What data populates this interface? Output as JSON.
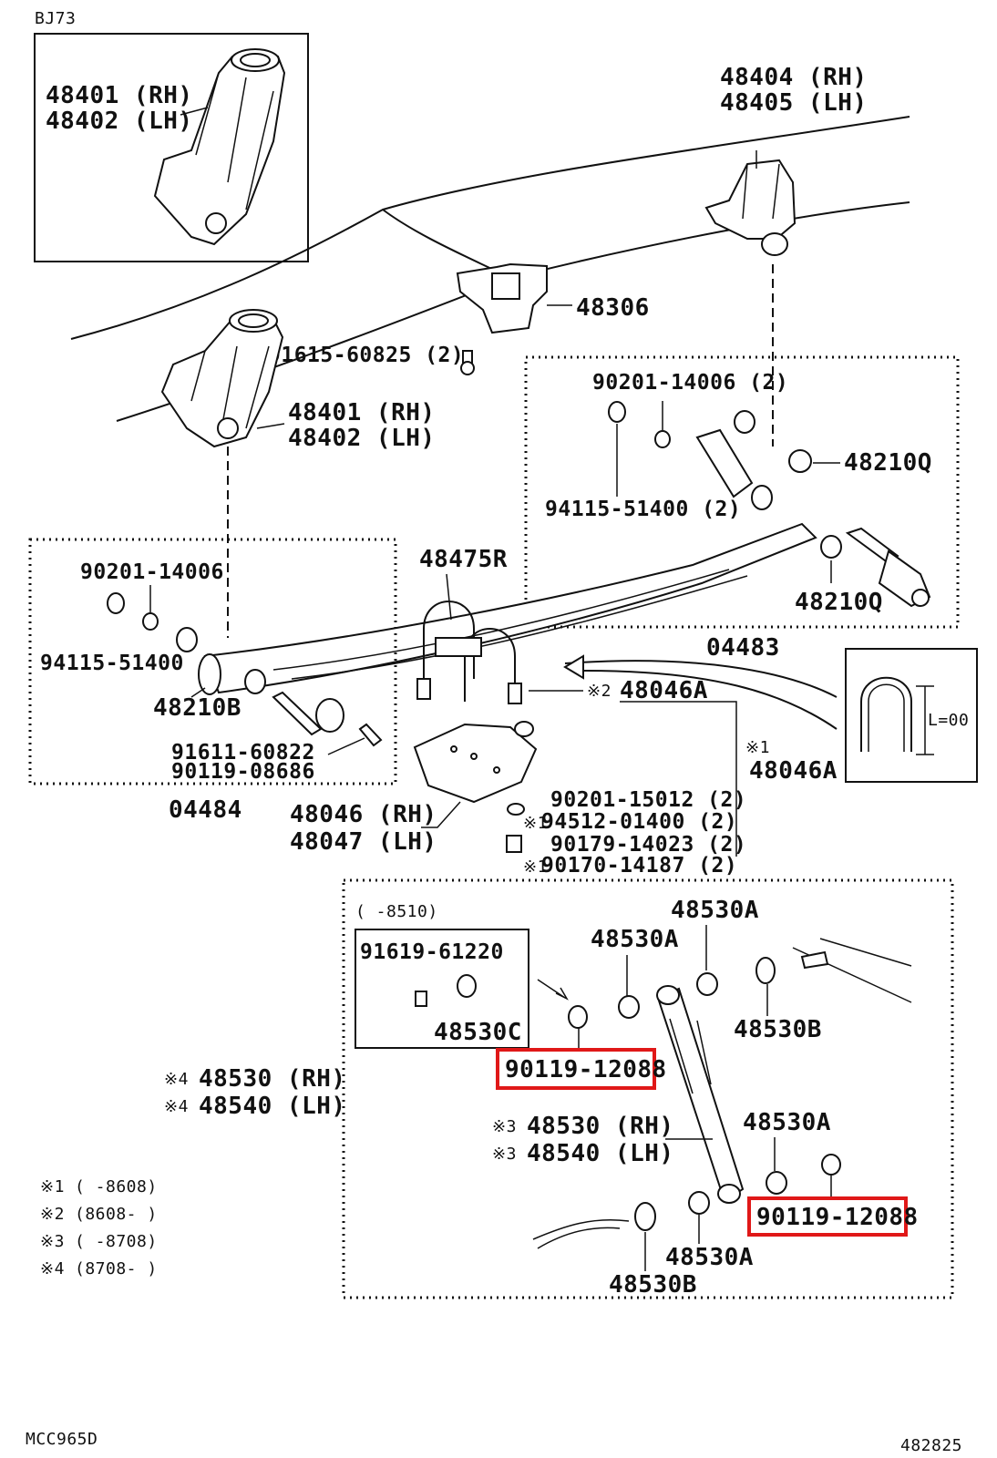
{
  "corner": {
    "model": "BJ73",
    "left_code": "MCC965D",
    "right_code": "482825"
  },
  "inset": {
    "part1": "48401 (RH)",
    "part2": "48402 (LH)"
  },
  "parts": {
    "p48404": "48404 (RH)",
    "p48405": "48405 (LH)",
    "p48306": "48306",
    "p91615": "91615-60825 (2)",
    "p48401": "48401 (RH)",
    "p48402": "48402 (LH)",
    "p90201_r": "90201-14006 (2)",
    "p48210q_a": "48210Q",
    "p94115_r": "94115-51400 (2)",
    "p48210q_b": "48210Q",
    "p48475r": "48475R",
    "p90201_l": "90201-14006",
    "p94115_l": "94115-51400",
    "p48210b": "48210B",
    "p91611": "91611-60822",
    "p90119_08": "90119-08686",
    "p04484": "04484",
    "p04483": "04483",
    "p48046a_2": "48046A",
    "p48046a_1": "48046A",
    "p48046": "48046 (RH)",
    "p48047": "48047 (LH)",
    "p90201_15": "90201-15012 (2)",
    "p94512": "94512-01400 (2)",
    "p90179": "90179-14023 (2)",
    "p90170": "90170-14187 (2)",
    "ushape_len": "L=00",
    "range_8510": "( -8510)",
    "p91619": "91619-61220",
    "p48530c": "48530C",
    "p48530a_top": "48530A",
    "p48530a_mid": "48530A",
    "p48530b_top": "48530B",
    "hl1": "90119-12088",
    "hl2": "90119-12088",
    "p48530_4": "48530 (RH)",
    "p48540_4": "48540 (LH)",
    "p48530_3": "48530 (RH)",
    "p48540_3": "48540 (LH)",
    "p48530a_r": "48530A",
    "p48530a_bot": "48530A",
    "p48530b_bot": "48530B"
  },
  "marks": {
    "m1": "※1",
    "m2": "※2",
    "m3": "※3",
    "m4": "※4"
  },
  "notes": [
    {
      "mark": "※1",
      "range": "(      -8608)"
    },
    {
      "mark": "※2",
      "range": "(8608-      )"
    },
    {
      "mark": "※3",
      "range": "(      -8708)"
    },
    {
      "mark": "※4",
      "range": "(8708-      )"
    }
  ],
  "colors": {
    "highlight": "#e01818",
    "ink": "#111111"
  }
}
